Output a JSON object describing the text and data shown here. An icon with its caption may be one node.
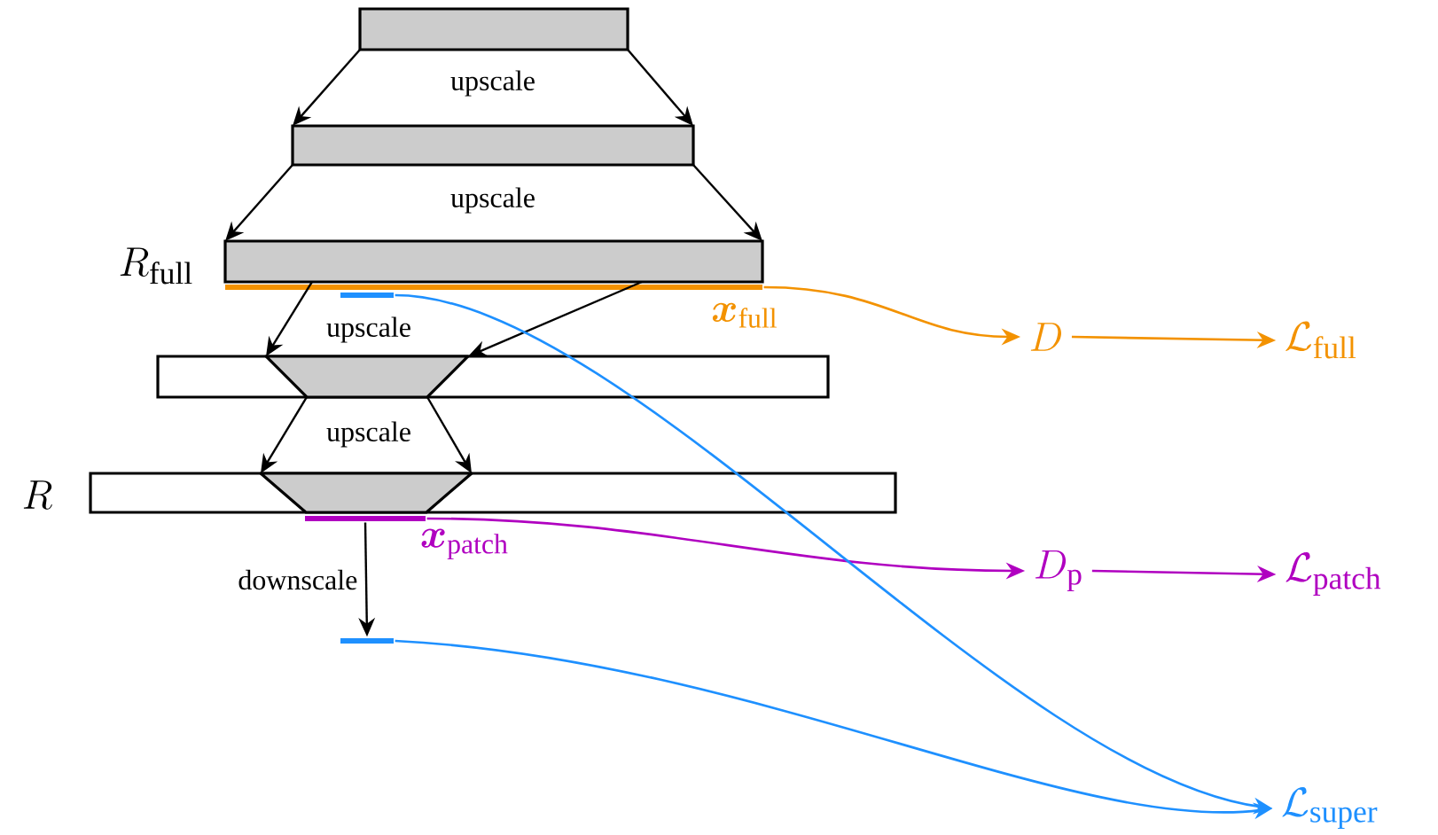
{
  "diagram": {
    "nodes": [
      {
        "text": [],
        "shape": "box"
      },
      {
        "text": [],
        "shape": "box"
      },
      {
        "text": [],
        "shape": "box",
        "beside": [
          "R_{\\mathrm{full}}"
        ]
      },
      {
        "text": [],
        "shape": "box"
      },
      {
        "text": [],
        "shape": "trapezoid",
        "in": 3
      },
      {
        "text": [],
        "shape": "box",
        "beside": [
          "R"
        ]
      },
      {
        "text": [],
        "shape": "trapezoid",
        "in": 5
      },
      {
        "text": [
          "\\bm{x}_{\\mathrm{full}}"
        ]
      },
      {
        "text": [],
        "shape": "bar"
      },
      {
        "text": [
          "\\bm{x}_{\\mathrm{patch}}"
        ]
      },
      {
        "text": [],
        "shape": "bar"
      },
      {
        "text": [
          "D"
        ]
      },
      {
        "text": [
          "\\mathcal{L}_{\\mathrm{full}}"
        ]
      },
      {
        "text": [
          "D_{\\mathrm{p}}"
        ]
      },
      {
        "text": [
          "\\mathcal{L}_{\\mathrm{patch}}"
        ]
      },
      {
        "text": [
          "\\mathcal{L}_{\\mathrm{super}}"
        ]
      }
    ],
    "edges": [
      {
        "from": 0,
        "to": 1,
        "arrow": "to"
      },
      {
        "from": 0,
        "to": 1,
        "arrow": "to"
      },
      {
        "from": 1,
        "to": 2,
        "arrow": "to"
      },
      {
        "from": 1,
        "to": 2,
        "arrow": "to"
      },
      {
        "from": 2,
        "to": 4,
        "arrow": "to"
      },
      {
        "from": 2,
        "to": 4,
        "arrow": "to"
      },
      {
        "from": 4,
        "to": 6,
        "arrow": "to"
      },
      {
        "from": 4,
        "to": 6,
        "arrow": "to"
      },
      {
        "from": 9,
        "to": 10,
        "arrow": "to",
        "label": "downscale"
      },
      {
        "from": 7,
        "to": 11,
        "arrow": "to",
        "color": "#f39200"
      },
      {
        "from": 11,
        "to": 12,
        "arrow": "to",
        "color": "#f39200"
      },
      {
        "from": 9,
        "to": 13,
        "arrow": "to",
        "color": "#b000c0"
      },
      {
        "from": 13,
        "to": 14,
        "arrow": "to",
        "color": "#b000c0"
      },
      {
        "from": 8,
        "to": 15,
        "arrow": "to",
        "color": "#1e90ff"
      },
      {
        "from": 10,
        "to": 15,
        "arrow": "to",
        "color": "#1e90ff"
      }
    ],
    "labels": [
      "upscale",
      "upscale",
      "upscale",
      "upscale"
    ]
  }
}
